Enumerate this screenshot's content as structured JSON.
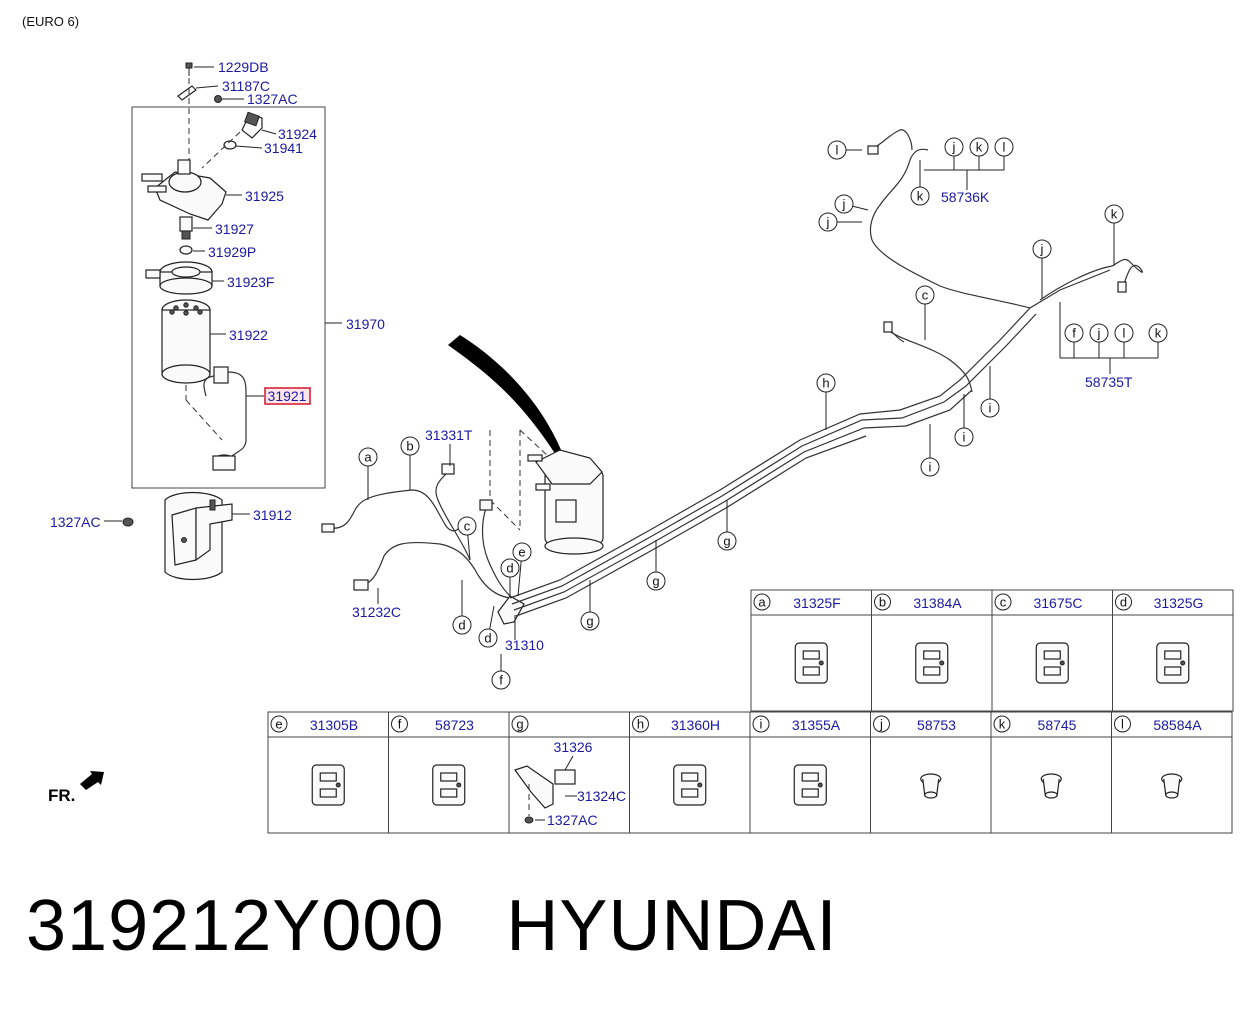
{
  "header_note": "(EURO 6)",
  "front_marker": "FR.",
  "footer": {
    "part_number": "319212Y000",
    "brand": "HYUNDAI"
  },
  "highlight_color": "#d6223a",
  "label_color": "#1a1aa6",
  "callouts": {
    "c1229DB": "1229DB",
    "c31187C": "31187C",
    "c1327AC_top": "1327AC",
    "c31924": "31924",
    "c31941": "31941",
    "c31925": "31925",
    "c31927": "31927",
    "c31929P": "31929P",
    "c31923F": "31923F",
    "c31922": "31922",
    "c31970": "31970",
    "c31921": "31921",
    "c1327AC_left": "1327AC",
    "c31912": "31912",
    "c31331T": "31331T",
    "c31232C": "31232C",
    "c31310": "31310",
    "c58736K": "58736K",
    "c58735T": "58735T"
  },
  "clip_table": [
    {
      "letter": "a",
      "part": "31325F"
    },
    {
      "letter": "b",
      "part": "31384A"
    },
    {
      "letter": "c",
      "part": "31675C"
    },
    {
      "letter": "d",
      "part": "31325G"
    },
    {
      "letter": "e",
      "part": "31305B"
    },
    {
      "letter": "f",
      "part": "58723"
    },
    {
      "letter": "g",
      "part": "31326",
      "sub": [
        "31324C",
        "1327AC"
      ]
    },
    {
      "letter": "h",
      "part": "31360H"
    },
    {
      "letter": "i",
      "part": "31355A"
    },
    {
      "letter": "j",
      "part": "58753"
    },
    {
      "letter": "k",
      "part": "58745"
    },
    {
      "letter": "l",
      "part": "58584A"
    }
  ],
  "letter_markers": {
    "a": "a",
    "b": "b",
    "c": "c",
    "d": "d",
    "e": "e",
    "f": "f",
    "g": "g",
    "h": "h",
    "i": "i",
    "j": "j",
    "k": "k",
    "l": "l"
  }
}
